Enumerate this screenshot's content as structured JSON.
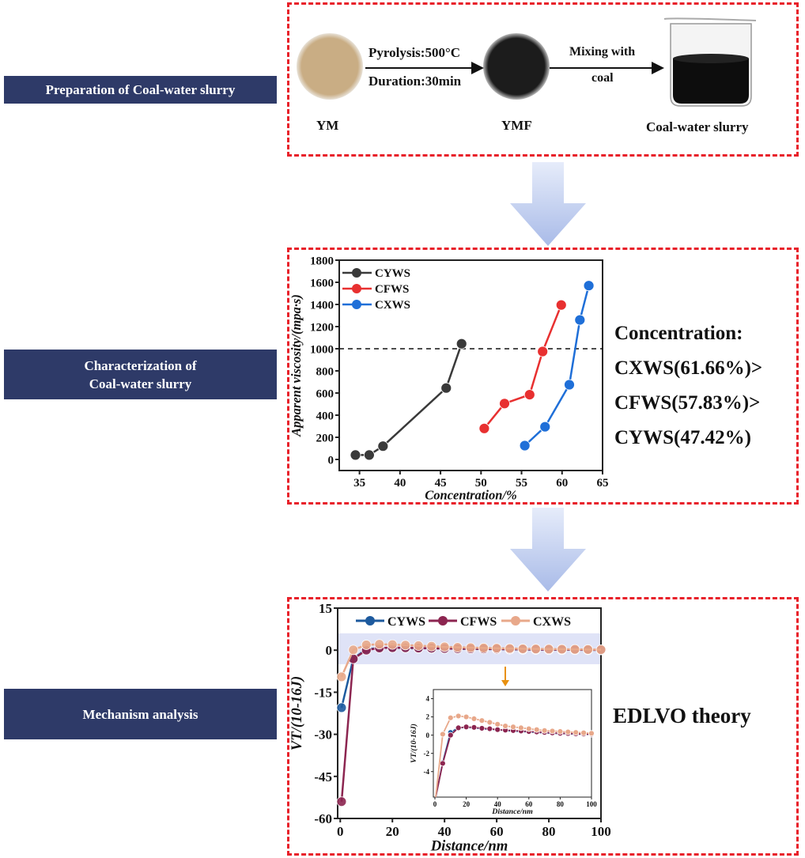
{
  "sections": [
    {
      "label": "Preparation of Coal-water slurry"
    },
    {
      "label": "Characterization of Coal-water slurry",
      "line1": "Characterization of",
      "line2": "Coal-water slurry"
    },
    {
      "label": "Mechanism analysis"
    }
  ],
  "preparation": {
    "step1_top": "Pyrolysis:500°C",
    "step1_bottom": "Duration:30min",
    "step2_top": "Mixing with",
    "step2_bottom": "coal",
    "ym": "YM",
    "ymf": "YMF",
    "product": "Coal-water slurry"
  },
  "characterization_result": {
    "title": "Concentration:",
    "lines": [
      "CXWS(61.66%)>",
      "CFWS(57.83%)>",
      "CYWS(47.42%)"
    ]
  },
  "mechanism_result": {
    "title": "EDLVO theory"
  },
  "colors": {
    "label_bg": "#2e3a68",
    "dash": "#e8212a",
    "arrow": "#b9c8ec"
  },
  "chart_data": [
    {
      "type": "line",
      "xlabel": "Concentration/%",
      "ylabel": "Apparent viscosity/(mpa·s)",
      "xlim": [
        32.5,
        65
      ],
      "ylim": [
        -100,
        1800
      ],
      "xticks": [
        35,
        40,
        45,
        50,
        55,
        60,
        65
      ],
      "yticks": [
        0,
        200,
        400,
        600,
        800,
        1000,
        1200,
        1400,
        1600,
        1800
      ],
      "reference_line": 1000,
      "legend": "top-left",
      "series": [
        {
          "name": "CYWS",
          "color": "#3a3a3a",
          "x": [
            34.5,
            36.2,
            37.9,
            45.7,
            47.6
          ],
          "y": [
            40,
            40,
            120,
            645,
            1045
          ]
        },
        {
          "name": "CFWS",
          "color": "#e83030",
          "x": [
            50.4,
            52.9,
            56.0,
            57.6,
            59.9
          ],
          "y": [
            280,
            505,
            585,
            975,
            1395
          ]
        },
        {
          "name": "CXWS",
          "color": "#1f6fd8",
          "x": [
            55.4,
            57.9,
            60.9,
            62.2,
            63.3
          ],
          "y": [
            125,
            295,
            675,
            1260,
            1570
          ]
        }
      ]
    },
    {
      "type": "line",
      "xlabel": "Distance/nm",
      "ylabel": "VT/(10-16J)",
      "xlim": [
        -1,
        100
      ],
      "ylim": [
        -60,
        15
      ],
      "xticks": [
        0,
        20,
        40,
        60,
        80,
        100
      ],
      "yticks": [
        15,
        0,
        -15,
        -30,
        -45,
        -60
      ],
      "highlight_band": [
        -5,
        6
      ],
      "legend": "top",
      "series": [
        {
          "name": "CYWS",
          "color": "#1d5a9e",
          "x": [
            0.5,
            5,
            10,
            15,
            20,
            25,
            30,
            35,
            40,
            45,
            50,
            55,
            60,
            65,
            70,
            75,
            80,
            85,
            90,
            95,
            100
          ],
          "y": [
            -20.5,
            -3,
            0.3,
            0.8,
            0.85,
            0.8,
            0.7,
            0.65,
            0.6,
            0.5,
            0.45,
            0.4,
            0.35,
            0.3,
            0.25,
            0.2,
            0.18,
            0.15,
            0.12,
            0.1,
            0.08
          ]
        },
        {
          "name": "CFWS",
          "color": "#8c2550",
          "x": [
            0.5,
            5,
            10,
            15,
            20,
            25,
            30,
            35,
            40,
            45,
            50,
            55,
            60,
            65,
            70,
            75,
            80,
            85,
            90,
            95,
            100
          ],
          "y": [
            -54,
            -3.1,
            0,
            0.8,
            0.9,
            0.85,
            0.75,
            0.7,
            0.6,
            0.55,
            0.5,
            0.45,
            0.4,
            0.35,
            0.3,
            0.25,
            0.2,
            0.18,
            0.15,
            0.12,
            0.1
          ]
        },
        {
          "name": "CXWS",
          "color": "#e8a88a",
          "x": [
            0.5,
            5,
            10,
            15,
            20,
            25,
            30,
            35,
            40,
            45,
            50,
            55,
            60,
            65,
            70,
            75,
            80,
            85,
            90,
            95,
            100
          ],
          "y": [
            -9.5,
            0.1,
            1.9,
            2.1,
            2.0,
            1.8,
            1.6,
            1.4,
            1.2,
            1.0,
            0.9,
            0.8,
            0.7,
            0.6,
            0.5,
            0.45,
            0.4,
            0.35,
            0.3,
            0.25,
            0.2
          ]
        }
      ],
      "inset": {
        "xlabel": "Distance/nm",
        "ylabel": "VT/(10-16J)",
        "xlim": [
          -1,
          100
        ],
        "ylim": [
          -6.8,
          5
        ],
        "xticks": [
          0,
          20,
          40,
          60,
          80,
          100
        ],
        "yticks": [
          -4,
          -2,
          0,
          2,
          4
        ]
      }
    }
  ]
}
